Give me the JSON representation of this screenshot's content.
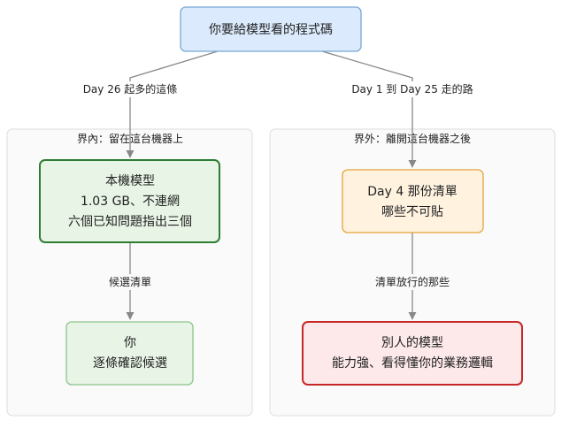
{
  "root": {
    "label": "你要給模型看的程式碼"
  },
  "edges": {
    "left_label": "Day 26 起多的這條",
    "right_label": "Day 1 到 Day 25 走的路",
    "inner_left_label": "候選清單",
    "inner_right_label": "清單放行的那些"
  },
  "groups": {
    "inside": {
      "title": "界內：留在這台機器上",
      "top_node": [
        "本機模型",
        "1.03 GB、不連網",
        "六個已知問題指出三個"
      ],
      "bottom_node": [
        "你",
        "逐條確認候選"
      ]
    },
    "outside": {
      "title": "界外：離開這台機器之後",
      "top_node": [
        "Day 4 那份清單",
        "哪些不可貼"
      ],
      "bottom_node": [
        "別人的模型",
        "能力強、看得懂你的業務邏輯"
      ]
    }
  },
  "colors": {
    "root_fill": "#dbeafc",
    "root_stroke": "#7aa7d6",
    "group_fill": "#fafafa",
    "group_stroke": "#dddddd",
    "green_fill": "#e8f5e6",
    "green_stroke_strong": "#2e7d32",
    "green_stroke_soft": "#8bc48a",
    "orange_fill": "#fff3e0",
    "orange_stroke": "#e8a23a",
    "red_fill": "#fde8ea",
    "red_stroke": "#c62828",
    "edge": "#888888"
  }
}
